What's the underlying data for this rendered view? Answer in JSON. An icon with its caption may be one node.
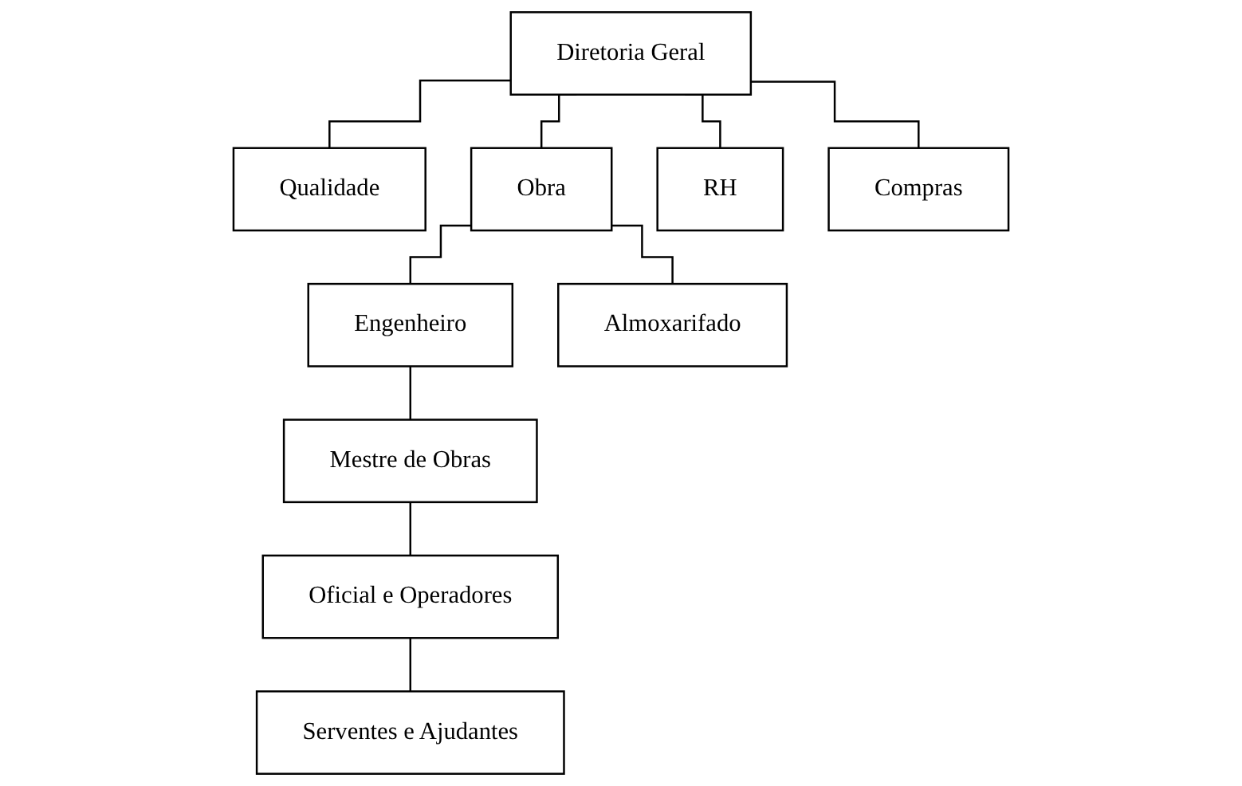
{
  "diagram": {
    "nodes": [
      {
        "text": [
          "Diretoria Geral"
        ]
      },
      {
        "text": [
          "Qualidade"
        ]
      },
      {
        "text": [
          "Obra"
        ]
      },
      {
        "text": [
          "RH"
        ]
      },
      {
        "text": [
          "Compras"
        ]
      },
      {
        "text": [
          "Engenheiro"
        ]
      },
      {
        "text": [
          "Almoxarifado"
        ]
      },
      {
        "text": [
          "Mestre de Obras"
        ]
      },
      {
        "text": [
          "Oficial e Operadores"
        ]
      },
      {
        "text": [
          "Serventes e Ajudantes"
        ]
      }
    ],
    "edges": [
      {
        "from": 0,
        "to": 1,
        "arrow": "none"
      },
      {
        "from": 0,
        "to": 2,
        "arrow": "none"
      },
      {
        "from": 0,
        "to": 3,
        "arrow": "none"
      },
      {
        "from": 0,
        "to": 4,
        "arrow": "none"
      },
      {
        "from": 2,
        "to": 5,
        "arrow": "none"
      },
      {
        "from": 2,
        "to": 6,
        "arrow": "none"
      },
      {
        "from": 5,
        "to": 7,
        "arrow": "none"
      },
      {
        "from": 7,
        "to": 8,
        "arrow": "none"
      },
      {
        "from": 8,
        "to": 9,
        "arrow": "none"
      }
    ]
  }
}
